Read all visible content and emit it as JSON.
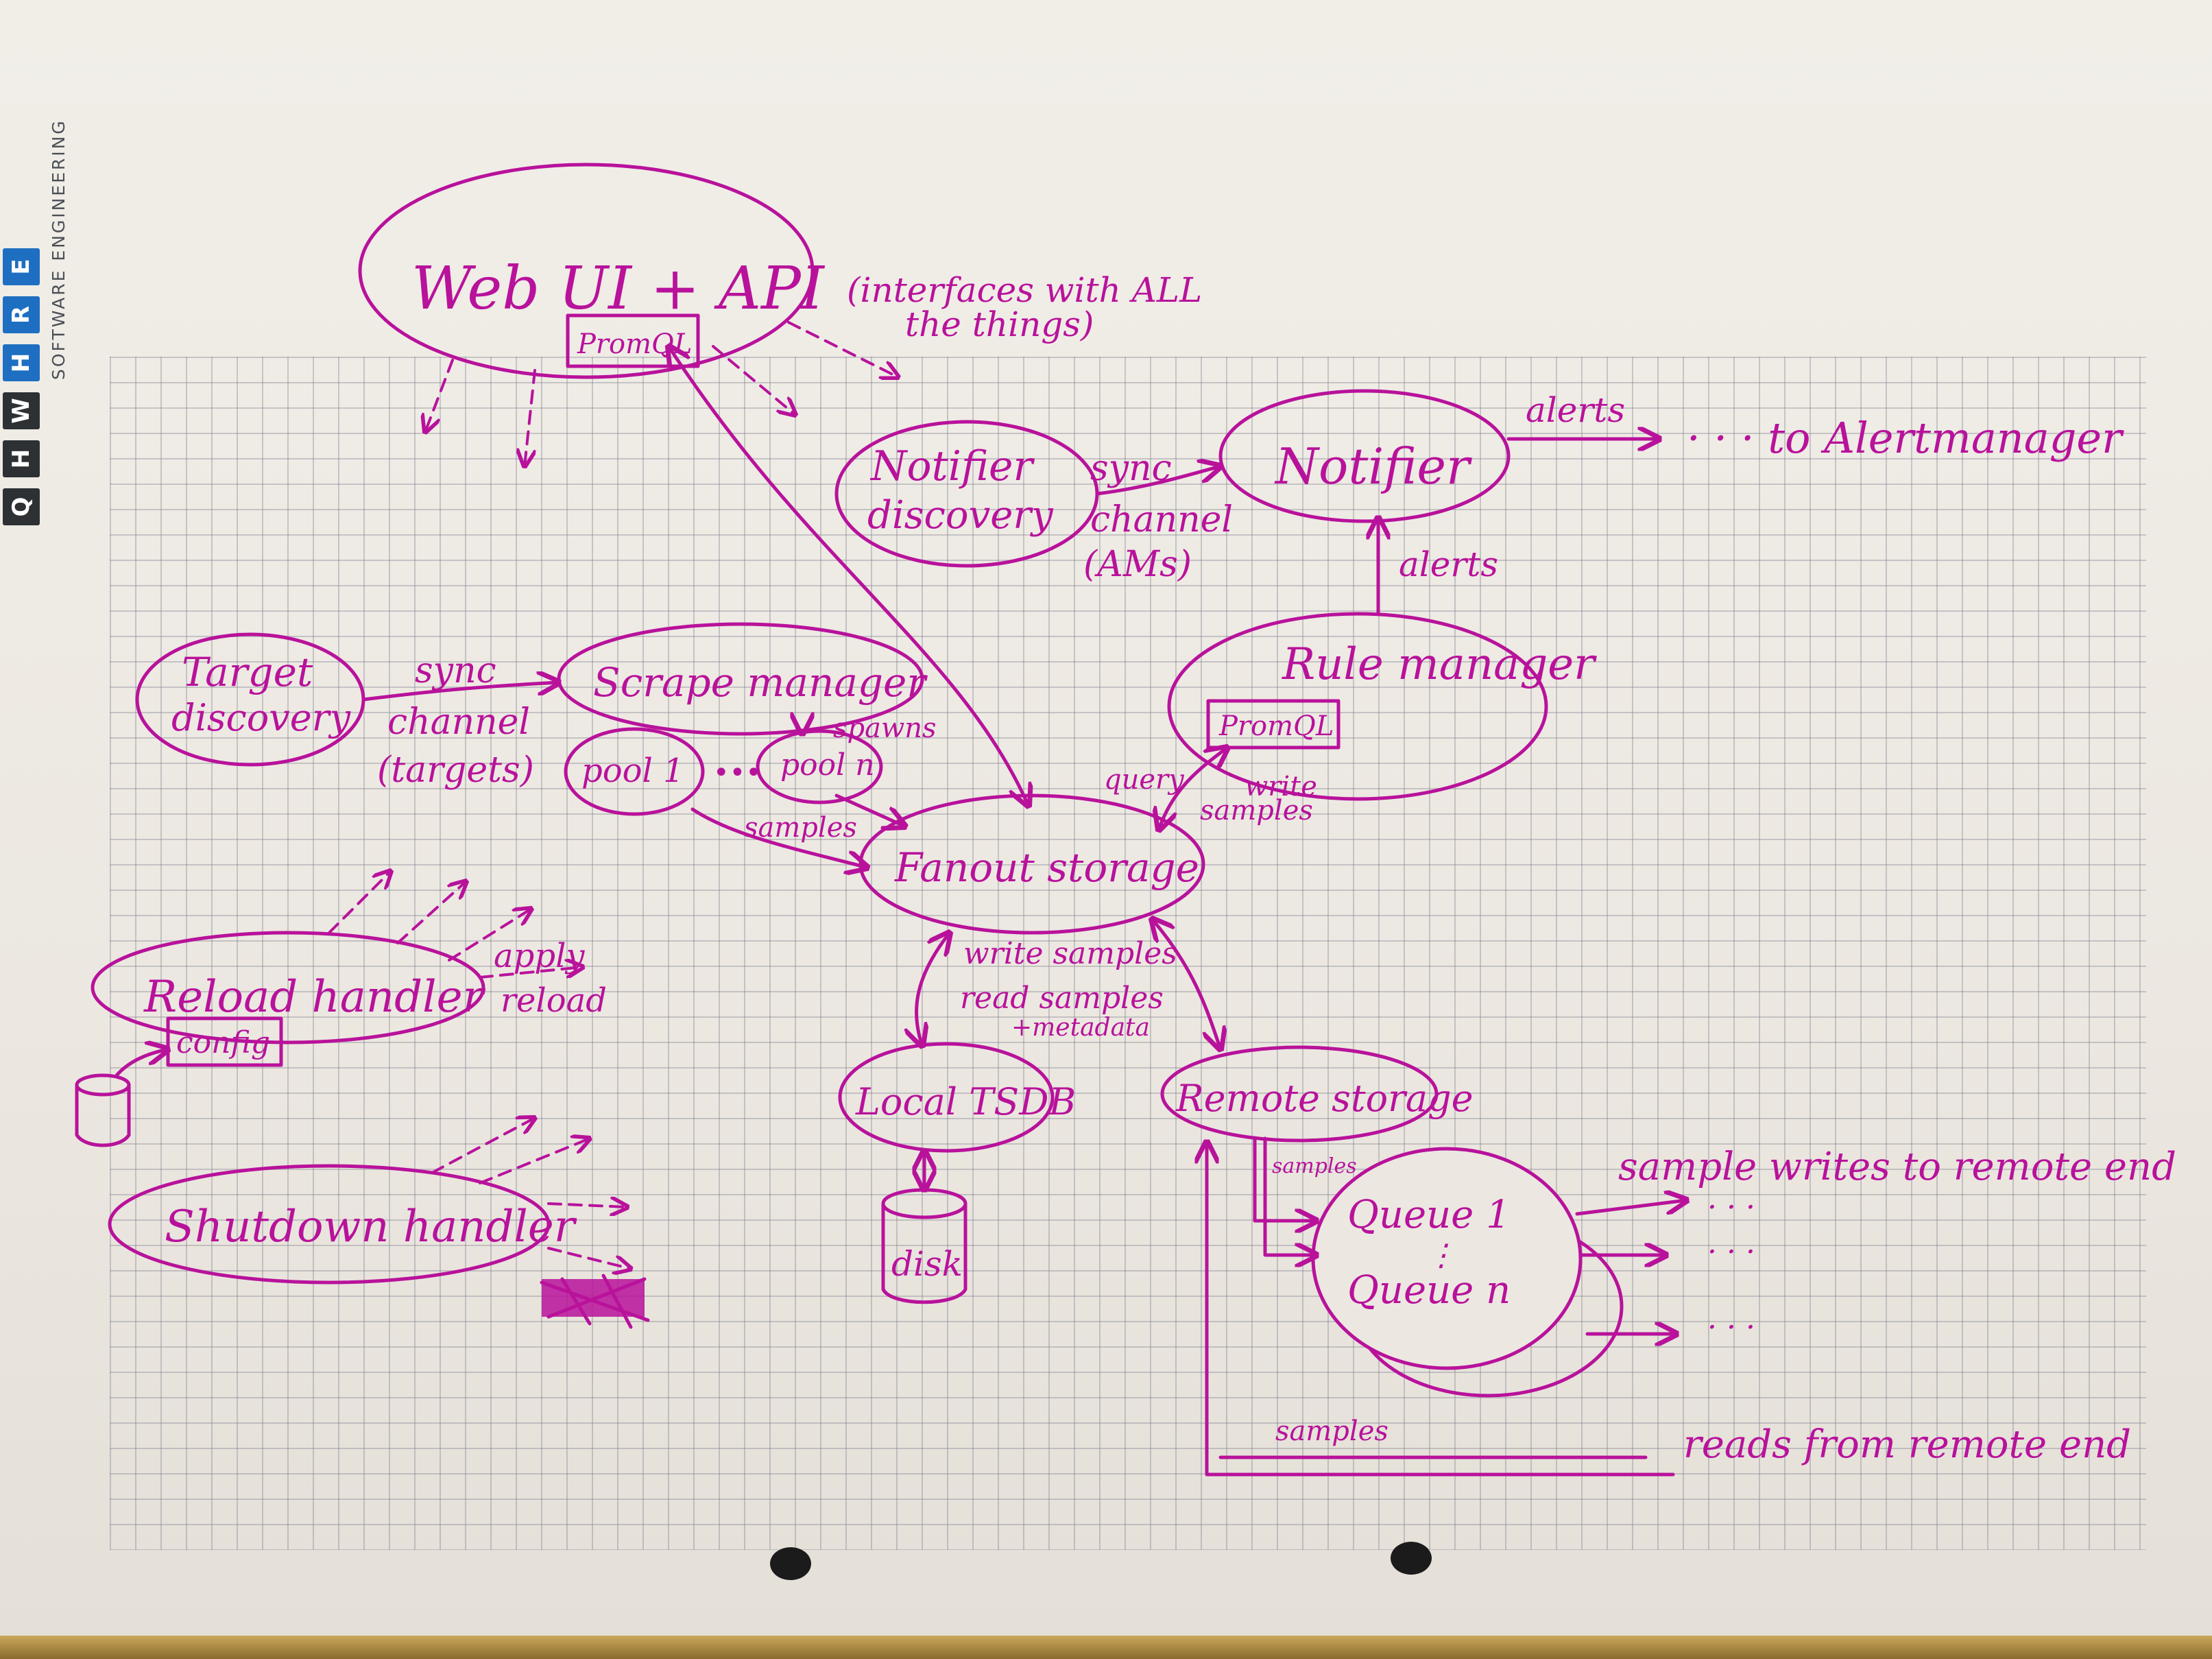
{
  "logo": {
    "letters": [
      "Q",
      "H",
      "W",
      "H",
      "R",
      "E"
    ],
    "tagline": "SOFTWARE ENGINEERING"
  },
  "nodes": {
    "web_ui": "Web UI + API",
    "web_ui_promql": "PromQL",
    "interfaces_note_1": "(interfaces with ALL",
    "interfaces_note_2": "the things)",
    "notifier_discovery_1": "Notifier",
    "notifier_discovery_2": "discovery",
    "notifier": "Notifier",
    "to_alertmanager": "· · · to Alertmanager",
    "rule_manager": "Rule manager",
    "rule_promql": "PromQL",
    "target_discovery_1": "Target",
    "target_discovery_2": "discovery",
    "scrape_manager": "Scrape manager",
    "pool_1": "pool 1",
    "pool_dots": "•••",
    "pool_n": "pool n",
    "fanout_storage": "Fanout storage",
    "reload_handler": "Reload handler",
    "config": "config",
    "shutdown_handler": "Shutdown handler",
    "local_tsdb": "Local TSDB",
    "disk": "disk",
    "remote_storage": "Remote storage",
    "queue_1": "Queue 1",
    "queue_dots": "⋮",
    "queue_n": "Queue n",
    "sample_writes": "sample writes to remote end",
    "reads_from": "reads from remote end",
    "ellipsis": "· · ·"
  },
  "edges": {
    "sync": "sync",
    "channel": "channel",
    "ams": "(AMs)",
    "alerts": "alerts",
    "targets": "(targets)",
    "spawns": "spawns",
    "samples": "samples",
    "query": "query",
    "write": "write",
    "write_samples": "write samples",
    "read_samples": "read samples",
    "metadata": "+metadata",
    "apply": "apply",
    "reload": "reload"
  }
}
